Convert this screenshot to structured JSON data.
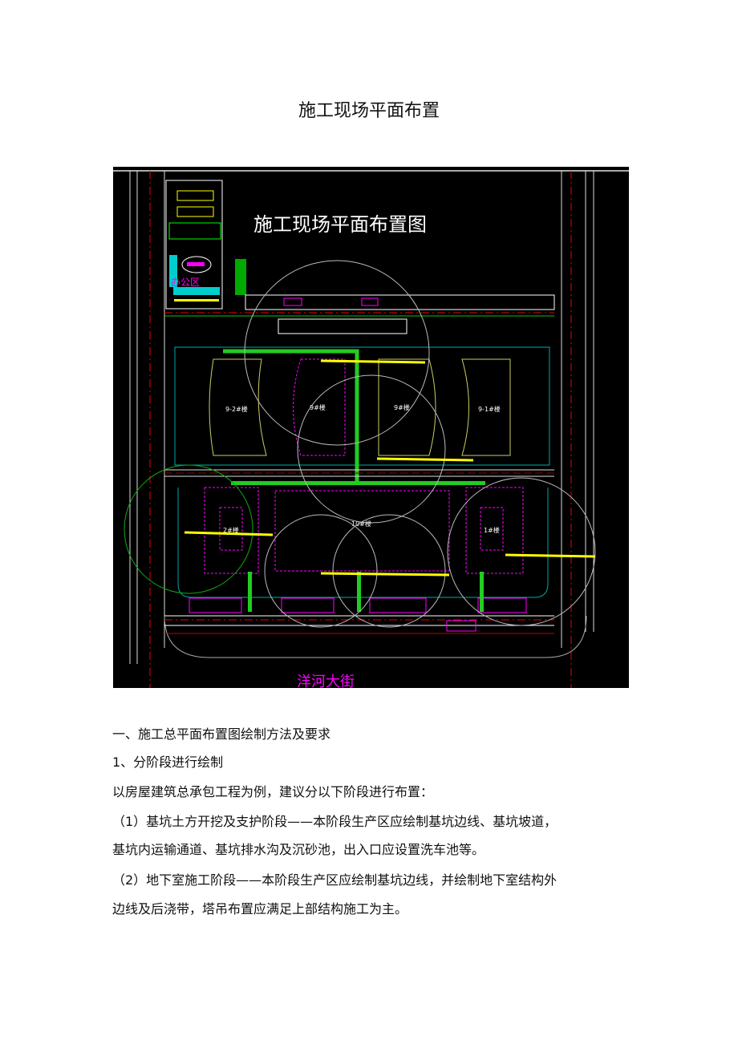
{
  "document": {
    "title": "施工现场平面布置"
  },
  "drawing": {
    "title": "施工现场平面布置图",
    "office_area_label": "办公区",
    "buildings": [
      "9-2#楼",
      "9#楼",
      "9#楼",
      "9-1#楼",
      "2#楼",
      "10#楼",
      "1#楼"
    ],
    "street_label": "洋河大街"
  },
  "body": {
    "section_heading": "一、施工总平面布置图绘制方法及要求",
    "subheading": "1、分阶段进行绘制",
    "intro": "以房屋建筑总承包工程为例，建议分以下阶段进行布置：",
    "item1_line1": "（1）基坑土方开挖及支护阶段——本阶段生产区应绘制基坑边线、基坑坡道，",
    "item1_line2": "基坑内运输通道、基坑排水沟及沉砂池，出入口应设置洗车池等。",
    "item2_line1": "（2）地下室施工阶段——本阶段生产区应绘制基坑边线，并绘制地下室结构外",
    "item2_line2": "边线及后浇带，塔吊布置应满足上部结构施工为主。"
  }
}
